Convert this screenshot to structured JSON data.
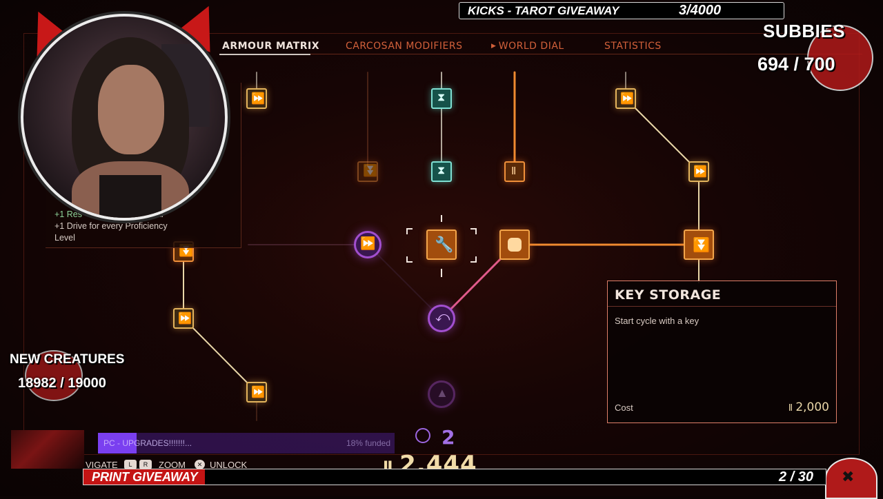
{
  "tabs": [
    {
      "label": "ARMOUR MATRIX",
      "active": true
    },
    {
      "label": "CARCOSAN MODIFIERS",
      "active": false
    },
    {
      "label": "WORLD DIAL",
      "active": false
    },
    {
      "label": "STATISTICS",
      "active": false
    }
  ],
  "tooltip": {
    "title": "KEY STORAGE",
    "description": "Start cycle with a key",
    "cost_label": "Cost",
    "cost_value": "2,000"
  },
  "left_panel": {
    "line1_prefix": "+1 Res",
    "line1_suffix": "and",
    "line2": "+1 Drive for every Proficiency",
    "line3": "Level"
  },
  "hud": {
    "keys_count": "2",
    "currency": "2,444",
    "controls": [
      "VIGATE",
      "ZOOM",
      "UNLOCK"
    ]
  },
  "stream_overlay": {
    "top_goal_label": "KICKS - TAROT GIVEAWAY",
    "top_goal_count": "3/4000",
    "subs_label": "SUBBIES",
    "subs_count": "694 / 700",
    "creatures_label": "NEW CREATURES",
    "creatures_count": "18982 / 19000",
    "bottom_goal_label": "PRINT GIVEAWAY",
    "bottom_goal_count": "2 / 30",
    "funding_label": "PC - UPGRADES!!!!!!!...",
    "funding_percent": "18% funded"
  },
  "colors": {
    "accent_orange": "#f0903a",
    "node_gold": "#e4b45c",
    "node_teal": "#7fe0d3",
    "node_purple": "#a24fcf",
    "overlay_red": "#c41414"
  }
}
